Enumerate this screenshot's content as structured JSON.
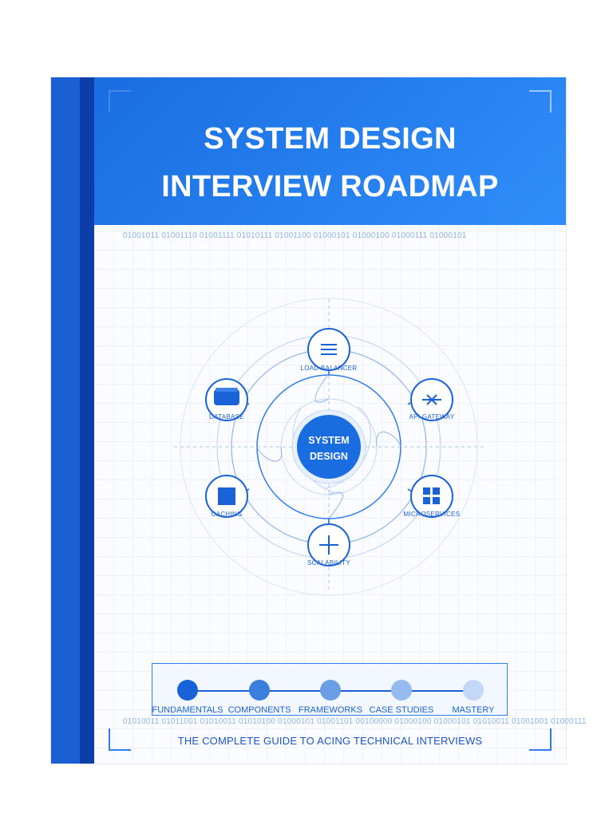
{
  "cover": {
    "title_line1": "SYSTEM DESIGN",
    "title_line2": "INTERVIEW ROADMAP",
    "binary_top": "01001011 01001110 01001111 01010111 01001100 01000101 01000100 01000111 01000101",
    "binary_bottom": "01010011 01011001 01010011 01010100 01000101 01001101 00100000 01000100 01000101 01010011 01001001 01000111",
    "subtitle": "THE COMPLETE GUIDE TO ACING TECHNICAL INTERVIEWS"
  },
  "diagram": {
    "center_line1": "SYSTEM",
    "center_line2": "DESIGN",
    "nodes": [
      {
        "label": "LOAD BALANCER",
        "icon": "menu-icon"
      },
      {
        "label": "API GATEWAY",
        "icon": "gateway-icon"
      },
      {
        "label": "MICROSERVICES",
        "icon": "grid-icon"
      },
      {
        "label": "SCALABILITY",
        "icon": "plus-icon"
      },
      {
        "label": "CACHING",
        "icon": "square-icon"
      },
      {
        "label": "DATABASE",
        "icon": "database-icon"
      }
    ]
  },
  "roadmap": {
    "steps": [
      {
        "label": "FUNDAMENTALS",
        "color": "#1a62d8"
      },
      {
        "label": "COMPONENTS",
        "color": "#3a7fe0"
      },
      {
        "label": "FRAMEWORKS",
        "color": "#6a9fe8"
      },
      {
        "label": "CASE STUDIES",
        "color": "#95bbf0"
      },
      {
        "label": "MASTERY",
        "color": "#c3d8f6"
      }
    ]
  },
  "colors": {
    "primary": "#1a6de0",
    "spine": "#1a5fd4",
    "spine_dark": "#0b3ea8",
    "accent_light": "#2f8efa"
  }
}
